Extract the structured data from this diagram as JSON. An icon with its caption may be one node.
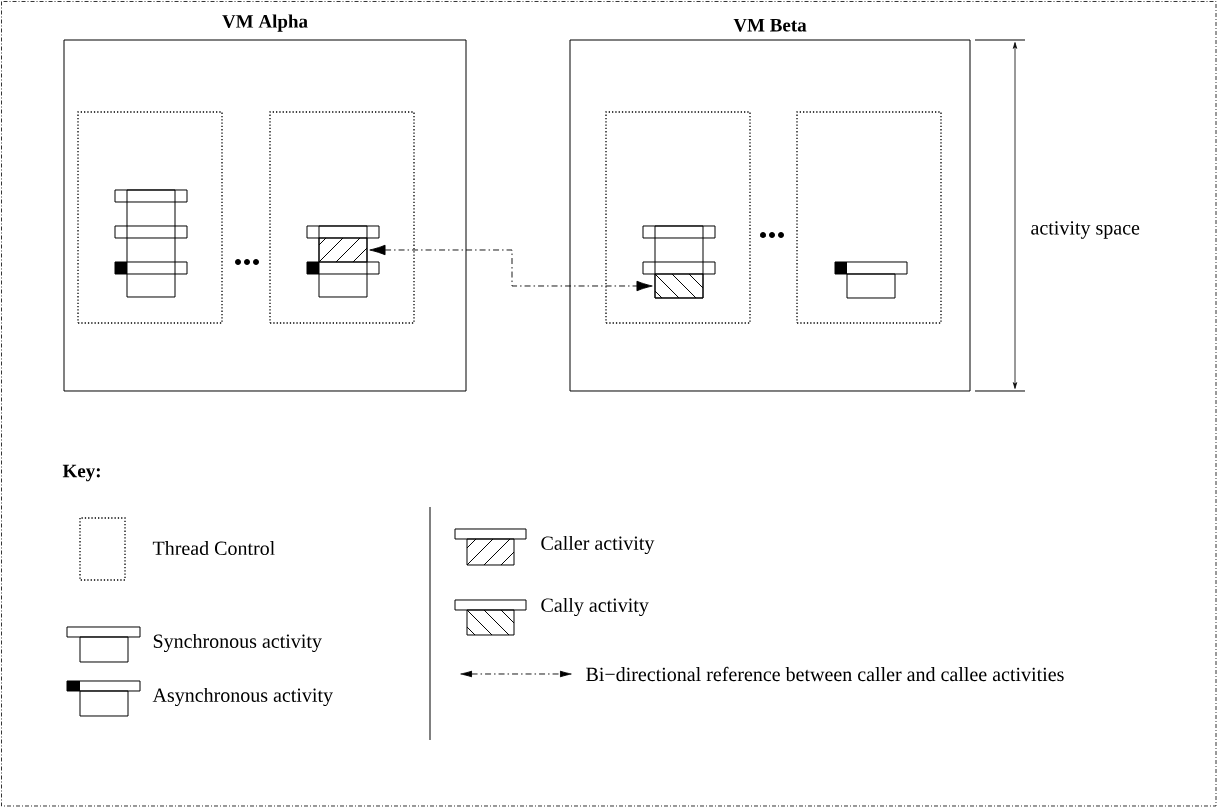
{
  "diagram": {
    "nodes": [
      {
        "text": [
          "VM Alpha"
        ]
      },
      {
        "text": [],
        "shape": "box",
        "in": 0
      },
      {
        "text": [],
        "shape": "box",
        "in": 0
      },
      {
        "text": [
          "VM Beta"
        ]
      },
      {
        "text": [],
        "shape": "box",
        "in": 3
      },
      {
        "text": [],
        "shape": "box",
        "in": 3
      },
      {
        "text": [],
        "shape": "box",
        "in": 2
      },
      {
        "text": [],
        "shape": "box",
        "in": 4
      }
    ],
    "edges": [
      {
        "from": 6,
        "to": 7,
        "arrow": "both",
        "style": "dashed"
      }
    ],
    "labels": [
      "activity space",
      "Key:"
    ],
    "legend": [
      {
        "text": "Thread Control"
      },
      {
        "text": "Synchronous activity"
      },
      {
        "text": "Asynchronous activity"
      },
      {
        "text": "Caller activity"
      },
      {
        "text": "Cally activity"
      },
      {
        "text": "Bi−directional reference between caller and callee activities"
      }
    ]
  }
}
